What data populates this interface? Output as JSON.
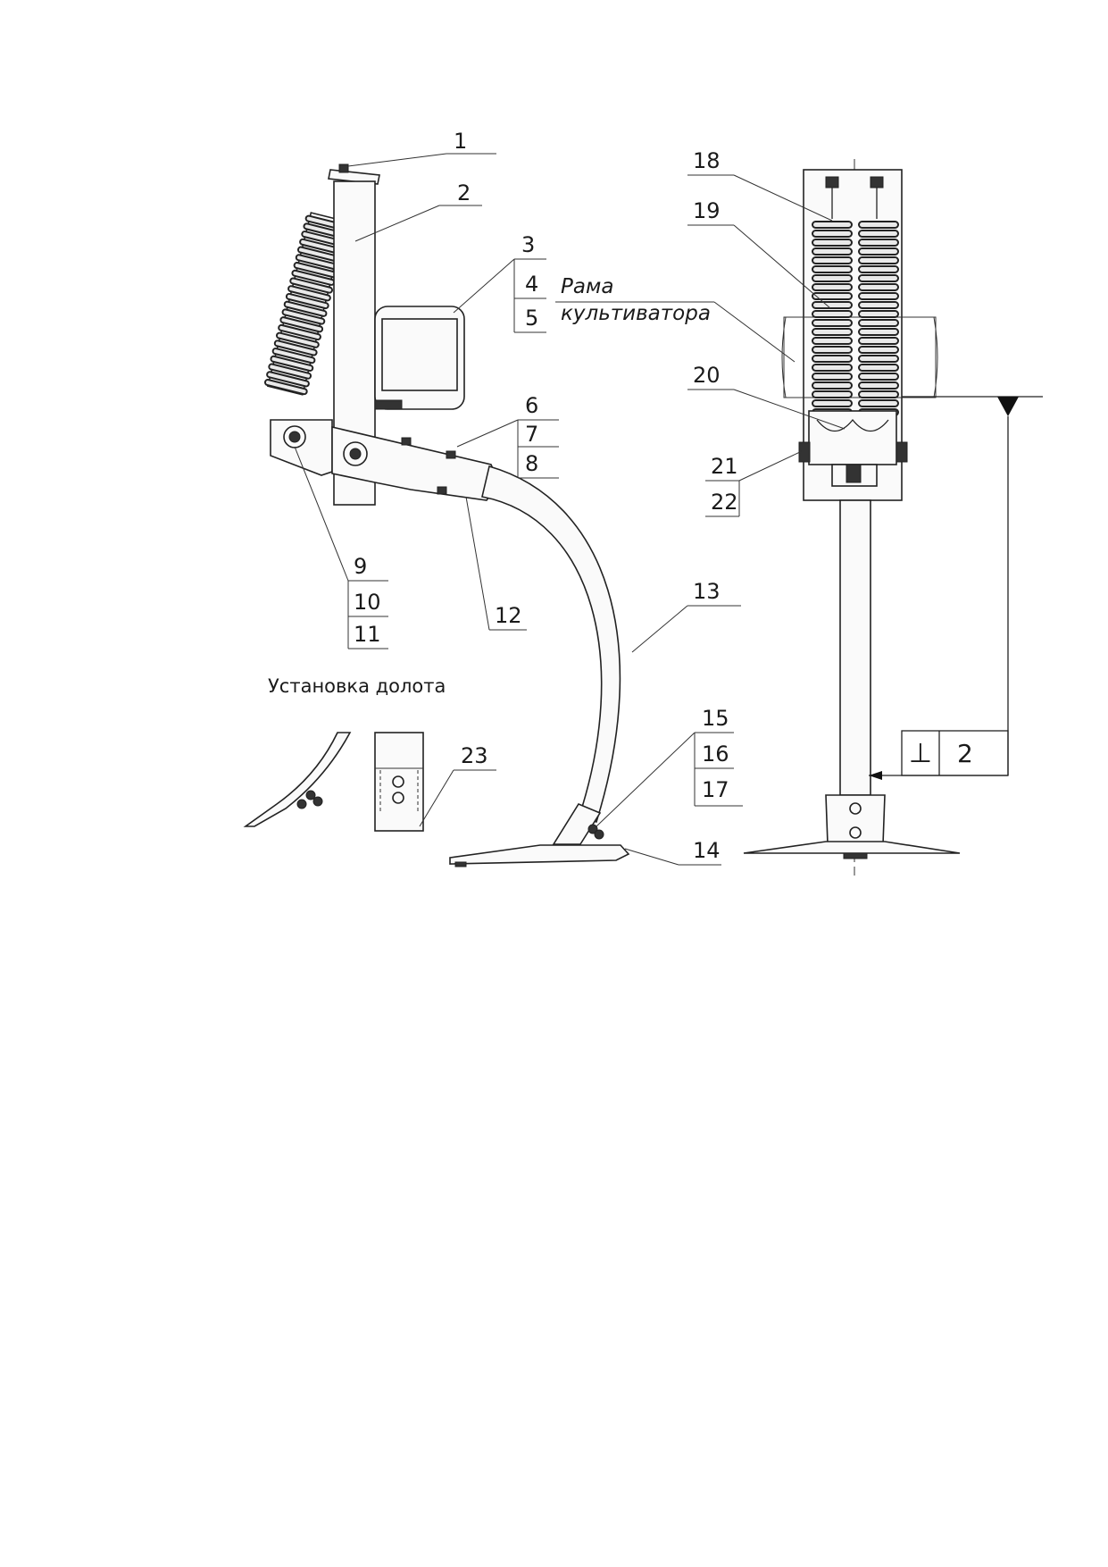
{
  "callouts": {
    "c1": "1",
    "c2": "2",
    "c3": "3",
    "c4": "4",
    "c5": "5",
    "c6": "6",
    "c7": "7",
    "c8": "8",
    "c9": "9",
    "c10": "10",
    "c11": "11",
    "c12": "12",
    "c13": "13",
    "c14": "14",
    "c15": "15",
    "c16": "16",
    "c17": "17",
    "c18": "18",
    "c19": "19",
    "c20": "20",
    "c21": "21",
    "c22": "22",
    "c23": "23"
  },
  "frame_label": {
    "line1": "Рама",
    "line2": "культиватора"
  },
  "chisel_caption": "Установка долота",
  "tolerance": {
    "symbol": "⊥",
    "value": "2"
  }
}
